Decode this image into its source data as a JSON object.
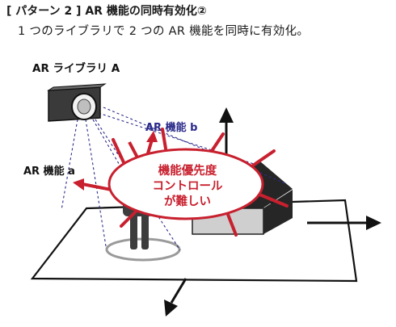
{
  "title": "[ パターン 2 ] AR 機能の同時有効化②",
  "subtitle": "1 つのライブラリで 2 つの AR 機能を同時に有効化。",
  "diagram": {
    "library_label": "AR ライブラリ A",
    "feature_a_label": "AR 機能 a",
    "feature_b_label": "AR 機能 b",
    "bubble_lines": [
      "機能優先度",
      "コントロール",
      "が難しい"
    ],
    "colors": {
      "accent_red": "#c8202e",
      "feature_b_blue": "#2a2a8a",
      "house_dark": "#262626",
      "house_light": "#cfcfcf"
    }
  }
}
